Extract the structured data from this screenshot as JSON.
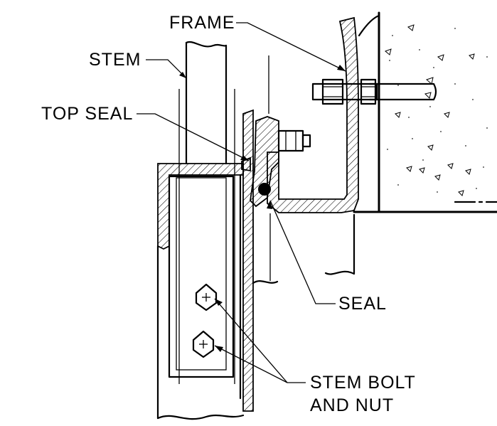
{
  "labels": {
    "frame": "FRAME",
    "stem": "STEM",
    "top_seal": "TOP SEAL",
    "seal": "SEAL",
    "stem_bolt_line1": "STEM BOLT",
    "stem_bolt_line2": "AND NUT"
  },
  "colors": {
    "line": "#000000",
    "background": "#ffffff",
    "concrete_dots": "#555555"
  }
}
